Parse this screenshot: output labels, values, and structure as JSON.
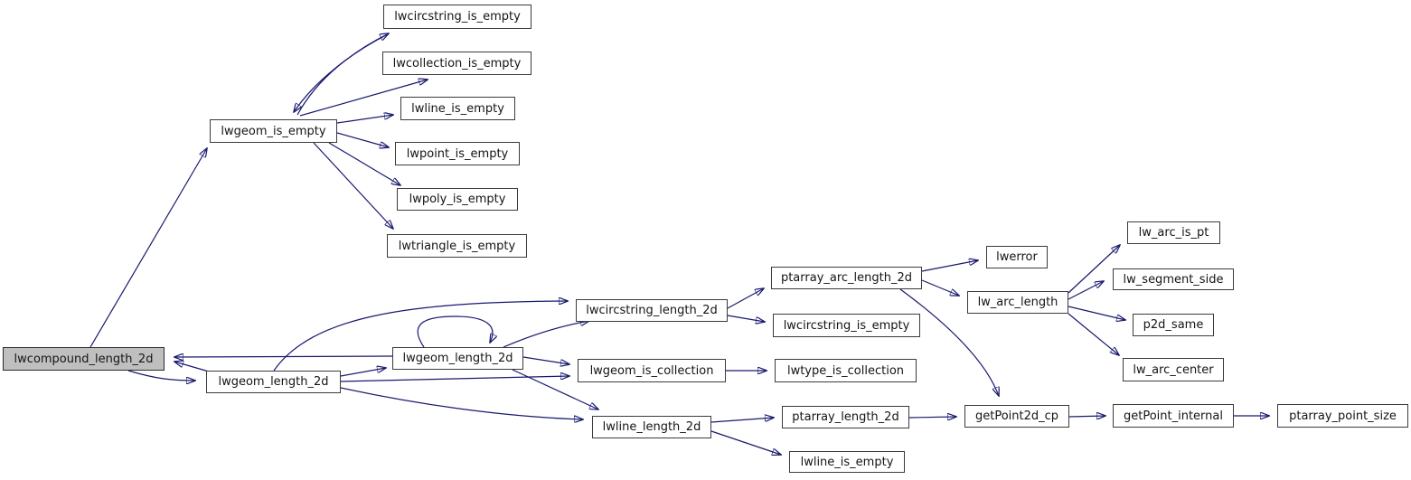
{
  "graph": {
    "kind": "doxygen-call-graph",
    "root": "lwcompound_length_2d",
    "colors": {
      "edge": "#191970",
      "node_border": "#3b3b3b",
      "node_fill": "#ffffff",
      "highlight_fill": "#bfbfbf",
      "background": "#ffffff",
      "text": "#141414"
    }
  },
  "nodes": {
    "lwcompound_length_2d": {
      "label": "lwcompound_length_2d",
      "highlighted": true
    },
    "lwgeom_is_empty": {
      "label": "lwgeom_is_empty"
    },
    "lwcircstring_is_empty_a": {
      "label": "lwcircstring_is_empty"
    },
    "lwcollection_is_empty": {
      "label": "lwcollection_is_empty"
    },
    "lwline_is_empty_a": {
      "label": "lwline_is_empty"
    },
    "lwpoint_is_empty": {
      "label": "lwpoint_is_empty"
    },
    "lwpoly_is_empty": {
      "label": "lwpoly_is_empty"
    },
    "lwtriangle_is_empty": {
      "label": "lwtriangle_is_empty"
    },
    "lwgeom_length_2d_a": {
      "label": "lwgeom_length_2d"
    },
    "lwgeom_length_2d_b": {
      "label": "lwgeom_length_2d"
    },
    "lwcircstring_length_2d": {
      "label": "lwcircstring_length_2d"
    },
    "lwgeom_is_collection": {
      "label": "lwgeom_is_collection"
    },
    "lwline_length_2d": {
      "label": "lwline_length_2d"
    },
    "ptarray_arc_length_2d": {
      "label": "ptarray_arc_length_2d"
    },
    "lwcircstring_is_empty_b": {
      "label": "lwcircstring_is_empty"
    },
    "lwtype_is_collection": {
      "label": "lwtype_is_collection"
    },
    "ptarray_length_2d": {
      "label": "ptarray_length_2d"
    },
    "lwline_is_empty_b": {
      "label": "lwline_is_empty"
    },
    "lwerror": {
      "label": "lwerror"
    },
    "lw_arc_length": {
      "label": "lw_arc_length"
    },
    "lw_arc_is_pt": {
      "label": "lw_arc_is_pt"
    },
    "lw_segment_side": {
      "label": "lw_segment_side"
    },
    "p2d_same": {
      "label": "p2d_same"
    },
    "lw_arc_center": {
      "label": "lw_arc_center"
    },
    "getPoint2d_cp": {
      "label": "getPoint2d_cp"
    },
    "getPoint_internal": {
      "label": "getPoint_internal"
    },
    "ptarray_point_size": {
      "label": "ptarray_point_size"
    }
  },
  "edges": [
    {
      "from": "lwcompound_length_2d",
      "to": "lwgeom_is_empty"
    },
    {
      "from": "lwcompound_length_2d",
      "to": "lwgeom_length_2d_a"
    },
    {
      "from": "lwgeom_length_2d_a",
      "to": "lwcompound_length_2d"
    },
    {
      "from": "lwgeom_length_2d_b",
      "to": "lwcompound_length_2d"
    },
    {
      "from": "lwgeom_is_empty",
      "to": "lwcircstring_is_empty_a"
    },
    {
      "from": "lwcircstring_is_empty_a",
      "to": "lwgeom_is_empty"
    },
    {
      "from": "lwgeom_is_empty",
      "to": "lwcollection_is_empty"
    },
    {
      "from": "lwgeom_is_empty",
      "to": "lwline_is_empty_a"
    },
    {
      "from": "lwgeom_is_empty",
      "to": "lwpoint_is_empty"
    },
    {
      "from": "lwgeom_is_empty",
      "to": "lwpoly_is_empty"
    },
    {
      "from": "lwgeom_is_empty",
      "to": "lwtriangle_is_empty"
    },
    {
      "from": "lwgeom_length_2d_a",
      "to": "lwgeom_length_2d_b"
    },
    {
      "from": "lwgeom_length_2d_b",
      "to": "lwgeom_length_2d_b"
    },
    {
      "from": "lwgeom_length_2d_a",
      "to": "lwcircstring_length_2d"
    },
    {
      "from": "lwgeom_length_2d_b",
      "to": "lwcircstring_length_2d"
    },
    {
      "from": "lwgeom_length_2d_a",
      "to": "lwgeom_is_collection"
    },
    {
      "from": "lwgeom_length_2d_b",
      "to": "lwgeom_is_collection"
    },
    {
      "from": "lwgeom_length_2d_a",
      "to": "lwline_length_2d"
    },
    {
      "from": "lwgeom_length_2d_b",
      "to": "lwline_length_2d"
    },
    {
      "from": "lwcircstring_length_2d",
      "to": "ptarray_arc_length_2d"
    },
    {
      "from": "lwcircstring_length_2d",
      "to": "lwcircstring_is_empty_b"
    },
    {
      "from": "lwgeom_is_collection",
      "to": "lwtype_is_collection"
    },
    {
      "from": "lwline_length_2d",
      "to": "ptarray_length_2d"
    },
    {
      "from": "lwline_length_2d",
      "to": "lwline_is_empty_b"
    },
    {
      "from": "ptarray_arc_length_2d",
      "to": "lwerror"
    },
    {
      "from": "ptarray_arc_length_2d",
      "to": "lw_arc_length"
    },
    {
      "from": "ptarray_arc_length_2d",
      "to": "getPoint2d_cp"
    },
    {
      "from": "ptarray_length_2d",
      "to": "getPoint2d_cp"
    },
    {
      "from": "lw_arc_length",
      "to": "lw_arc_is_pt"
    },
    {
      "from": "lw_arc_length",
      "to": "lw_segment_side"
    },
    {
      "from": "lw_arc_length",
      "to": "p2d_same"
    },
    {
      "from": "lw_arc_length",
      "to": "lw_arc_center"
    },
    {
      "from": "getPoint2d_cp",
      "to": "getPoint_internal"
    },
    {
      "from": "getPoint_internal",
      "to": "ptarray_point_size"
    }
  ]
}
